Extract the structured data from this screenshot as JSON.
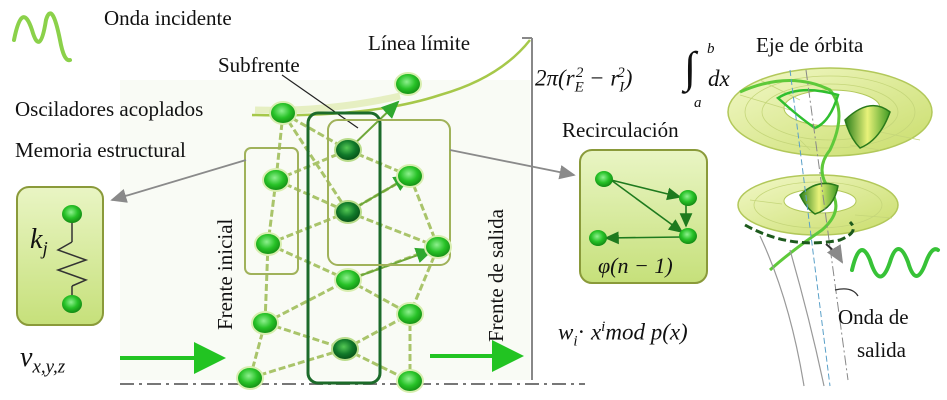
{
  "labels": {
    "incident_wave": "Onda incidente",
    "boundary_line": "Línea límite",
    "subfront": "Subfrente",
    "coupled_oscillators": "Osciladores acoplados",
    "structural_memory": "Memoria estructural",
    "initial_front": "Frente inicial",
    "exit_front": "Frente de salida",
    "recirculation": "Recirculación",
    "orbit_axis": "Eje de órbita",
    "output_wave_line1": "Onda de",
    "output_wave_line2": "salida"
  },
  "math": {
    "k_j": "k",
    "k_j_sub": "j",
    "v_xyz": "v",
    "v_xyz_sub": "x,y,z",
    "integral_prefix": "2π(r",
    "r_e_sub": "E",
    "r_i_sub": "I",
    "integral_mid": " − r",
    "integral_close": ")",
    "int_upper": "b",
    "int_lower": "a",
    "integrand": "dx",
    "phi": "φ(n − 1)",
    "w_i": "w",
    "w_sub": "i",
    "x_pow": "x",
    "x_sup": "i",
    "mod_text": "mod p(x)"
  },
  "colors": {
    "green_dark": "#2e7d32",
    "green_node": "#2fc22f",
    "green_light": "#b9d97a",
    "olive": "#8a9a3a",
    "panel": "#d6ea9a",
    "axis_gray": "#777777"
  }
}
